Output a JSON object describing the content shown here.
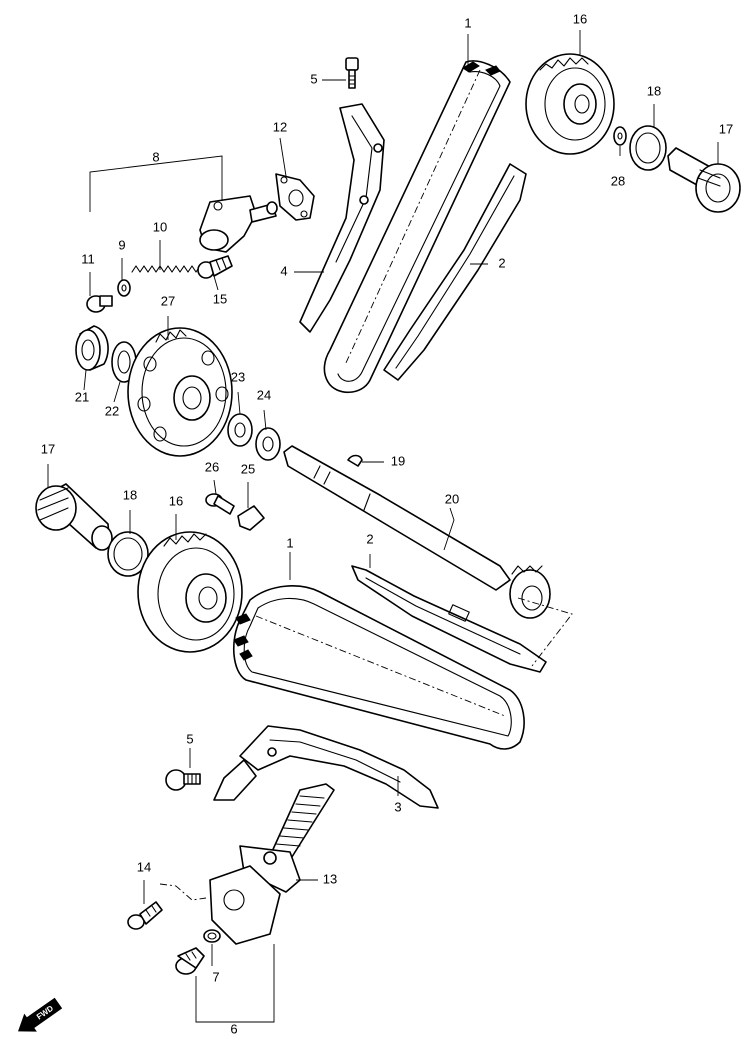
{
  "callouts": {
    "c1a": "1",
    "c16a": "16",
    "c5a": "5",
    "c12": "12",
    "c8": "8",
    "c18a": "18",
    "c17a": "17",
    "c28": "28",
    "c11": "11",
    "c9": "9",
    "c10": "10",
    "c4": "4",
    "c2a": "2",
    "c15": "15",
    "c27": "27",
    "c21": "21",
    "c22": "22",
    "c23": "23",
    "c24": "24",
    "c19": "19",
    "c17b": "17",
    "c26": "26",
    "c25": "25",
    "c18b": "18",
    "c16b": "16",
    "c20": "20",
    "c1b": "1",
    "c2b": "2",
    "c5b": "5",
    "c3": "3",
    "c14": "14",
    "c13": "13",
    "c7": "7",
    "c6": "6"
  },
  "badge": {
    "fwd": "FWD"
  }
}
